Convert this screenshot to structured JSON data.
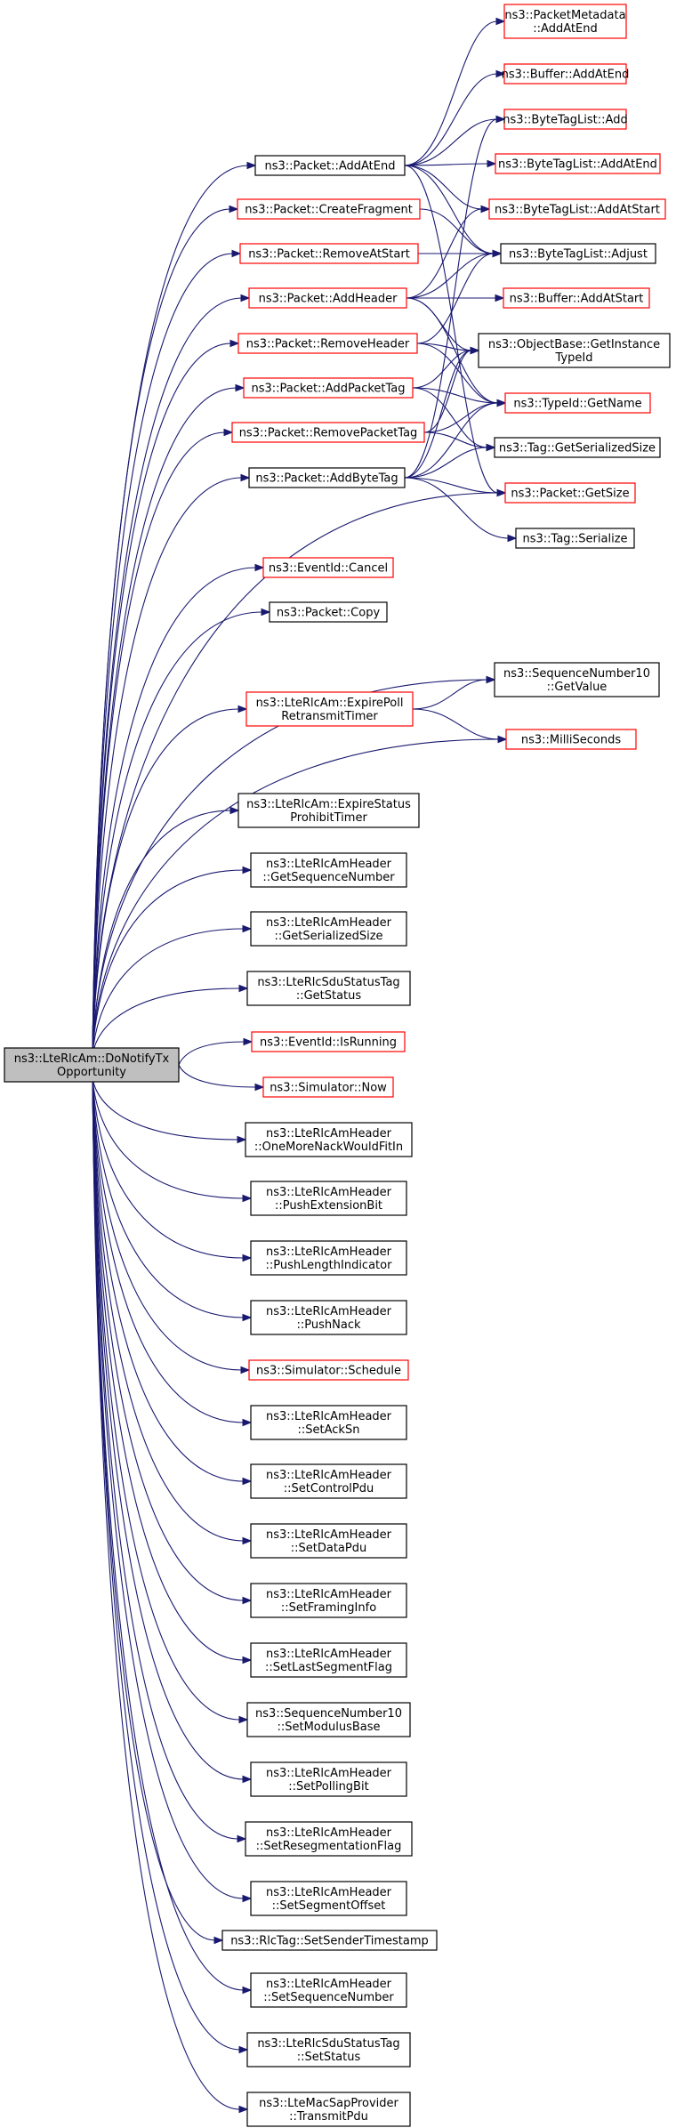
{
  "root": {
    "lines": [
      "ns3::LteRlcAm::DoNotifyTx",
      "Opportunity"
    ]
  },
  "nodes": [
    {
      "id": "pktAddAtEnd",
      "lines": [
        "ns3::Packet::AddAtEnd"
      ],
      "red": false
    },
    {
      "id": "pktCreateFragment",
      "lines": [
        "ns3::Packet::CreateFragment"
      ],
      "red": true
    },
    {
      "id": "pktRemoveAtStart",
      "lines": [
        "ns3::Packet::RemoveAtStart"
      ],
      "red": true
    },
    {
      "id": "pktAddHeader",
      "lines": [
        "ns3::Packet::AddHeader"
      ],
      "red": true
    },
    {
      "id": "pktRemoveHeader",
      "lines": [
        "ns3::Packet::RemoveHeader"
      ],
      "red": true
    },
    {
      "id": "pktAddPacketTag",
      "lines": [
        "ns3::Packet::AddPacketTag"
      ],
      "red": true
    },
    {
      "id": "pktRemovePacketTag",
      "lines": [
        "ns3::Packet::RemovePacketTag"
      ],
      "red": true
    },
    {
      "id": "pktAddByteTag",
      "lines": [
        "ns3::Packet::AddByteTag"
      ],
      "red": false
    },
    {
      "id": "eventCancel",
      "lines": [
        "ns3::EventId::Cancel"
      ],
      "red": true
    },
    {
      "id": "pktCopy",
      "lines": [
        "ns3::Packet::Copy"
      ],
      "red": false
    },
    {
      "id": "expirePoll",
      "lines": [
        "ns3::LteRlcAm::ExpirePoll",
        "RetransmitTimer"
      ],
      "red": true
    },
    {
      "id": "expireStatus",
      "lines": [
        "ns3::LteRlcAm::ExpireStatus",
        "ProhibitTimer"
      ],
      "red": false
    },
    {
      "id": "getSeqNum",
      "lines": [
        "ns3::LteRlcAmHeader",
        "::GetSequenceNumber"
      ],
      "red": false
    },
    {
      "id": "getSerSizeHdr",
      "lines": [
        "ns3::LteRlcAmHeader",
        "::GetSerializedSize"
      ],
      "red": false
    },
    {
      "id": "sduGetStatus",
      "lines": [
        "ns3::LteRlcSduStatusTag",
        "::GetStatus"
      ],
      "red": false
    },
    {
      "id": "isRunning",
      "lines": [
        "ns3::EventId::IsRunning"
      ],
      "red": true
    },
    {
      "id": "simNow",
      "lines": [
        "ns3::Simulator::Now"
      ],
      "red": true
    },
    {
      "id": "oneMoreNack",
      "lines": [
        "ns3::LteRlcAmHeader",
        "::OneMoreNackWouldFitIn"
      ],
      "red": false
    },
    {
      "id": "pushExtBit",
      "lines": [
        "ns3::LteRlcAmHeader",
        "::PushExtensionBit"
      ],
      "red": false
    },
    {
      "id": "pushLenInd",
      "lines": [
        "ns3::LteRlcAmHeader",
        "::PushLengthIndicator"
      ],
      "red": false
    },
    {
      "id": "pushNack",
      "lines": [
        "ns3::LteRlcAmHeader",
        "::PushNack"
      ],
      "red": false
    },
    {
      "id": "simSchedule",
      "lines": [
        "ns3::Simulator::Schedule"
      ],
      "red": true
    },
    {
      "id": "setAckSn",
      "lines": [
        "ns3::LteRlcAmHeader",
        "::SetAckSn"
      ],
      "red": false
    },
    {
      "id": "setControlPdu",
      "lines": [
        "ns3::LteRlcAmHeader",
        "::SetControlPdu"
      ],
      "red": false
    },
    {
      "id": "setDataPdu",
      "lines": [
        "ns3::LteRlcAmHeader",
        "::SetDataPdu"
      ],
      "red": false
    },
    {
      "id": "setFramingInfo",
      "lines": [
        "ns3::LteRlcAmHeader",
        "::SetFramingInfo"
      ],
      "red": false
    },
    {
      "id": "setLastSeg",
      "lines": [
        "ns3::LteRlcAmHeader",
        "::SetLastSegmentFlag"
      ],
      "red": false
    },
    {
      "id": "setModulus",
      "lines": [
        "ns3::SequenceNumber10",
        "::SetModulusBase"
      ],
      "red": false
    },
    {
      "id": "setPolling",
      "lines": [
        "ns3::LteRlcAmHeader",
        "::SetPollingBit"
      ],
      "red": false
    },
    {
      "id": "setReseg",
      "lines": [
        "ns3::LteRlcAmHeader",
        "::SetResegmentationFlag"
      ],
      "red": false
    },
    {
      "id": "setSegOffset",
      "lines": [
        "ns3::LteRlcAmHeader",
        "::SetSegmentOffset"
      ],
      "red": false
    },
    {
      "id": "rlcTagSet",
      "lines": [
        "ns3::RlcTag::SetSenderTimestamp"
      ],
      "red": false
    },
    {
      "id": "setSeqNum",
      "lines": [
        "ns3::LteRlcAmHeader",
        "::SetSequenceNumber"
      ],
      "red": false
    },
    {
      "id": "sduSetStatus",
      "lines": [
        "ns3::LteRlcSduStatusTag",
        "::SetStatus"
      ],
      "red": false
    },
    {
      "id": "transmitPdu",
      "lines": [
        "ns3::LteMacSapProvider",
        "::TransmitPdu"
      ],
      "red": false
    },
    {
      "id": "metaAddAtEnd",
      "lines": [
        "ns3::PacketMetadata",
        "::AddAtEnd"
      ],
      "red": true
    },
    {
      "id": "bufAddAtEnd",
      "lines": [
        "ns3::Buffer::AddAtEnd"
      ],
      "red": true
    },
    {
      "id": "btlAdd",
      "lines": [
        "ns3::ByteTagList::Add"
      ],
      "red": true
    },
    {
      "id": "btlAddAtEnd",
      "lines": [
        "ns3::ByteTagList::AddAtEnd"
      ],
      "red": true
    },
    {
      "id": "btlAddAtStart",
      "lines": [
        "ns3::ByteTagList::AddAtStart"
      ],
      "red": true
    },
    {
      "id": "btlAdjust",
      "lines": [
        "ns3::ByteTagList::Adjust"
      ],
      "red": false
    },
    {
      "id": "bufAddAtStart",
      "lines": [
        "ns3::Buffer::AddAtStart"
      ],
      "red": true
    },
    {
      "id": "objGetTypeId",
      "lines": [
        "ns3::ObjectBase::GetInstance",
        "TypeId"
      ],
      "red": false
    },
    {
      "id": "typeGetName",
      "lines": [
        "ns3::TypeId::GetName"
      ],
      "red": true
    },
    {
      "id": "tagGetSerSize",
      "lines": [
        "ns3::Tag::GetSerializedSize"
      ],
      "red": false
    },
    {
      "id": "pktGetSize",
      "lines": [
        "ns3::Packet::GetSize"
      ],
      "red": true
    },
    {
      "id": "tagSerialize",
      "lines": [
        "ns3::Tag::Serialize"
      ],
      "red": false
    },
    {
      "id": "sn10GetValue",
      "lines": [
        "ns3::SequenceNumber10",
        "::GetValue"
      ],
      "red": false
    },
    {
      "id": "milliSeconds",
      "lines": [
        "ns3::MilliSeconds"
      ],
      "red": true
    }
  ],
  "edges": [
    [
      "root",
      "pktAddAtEnd"
    ],
    [
      "root",
      "pktCreateFragment"
    ],
    [
      "root",
      "pktRemoveAtStart"
    ],
    [
      "root",
      "pktAddHeader"
    ],
    [
      "root",
      "pktRemoveHeader"
    ],
    [
      "root",
      "pktAddPacketTag"
    ],
    [
      "root",
      "pktRemovePacketTag"
    ],
    [
      "root",
      "pktAddByteTag"
    ],
    [
      "root",
      "pktGetSize"
    ],
    [
      "root",
      "eventCancel"
    ],
    [
      "root",
      "pktCopy"
    ],
    [
      "root",
      "sn10GetValue"
    ],
    [
      "root",
      "expirePoll"
    ],
    [
      "root",
      "milliSeconds"
    ],
    [
      "root",
      "expireStatus"
    ],
    [
      "root",
      "getSeqNum"
    ],
    [
      "root",
      "getSerSizeHdr"
    ],
    [
      "root",
      "sduGetStatus"
    ],
    [
      "root",
      "isRunning"
    ],
    [
      "root",
      "simNow"
    ],
    [
      "root",
      "oneMoreNack"
    ],
    [
      "root",
      "pushExtBit"
    ],
    [
      "root",
      "pushLenInd"
    ],
    [
      "root",
      "pushNack"
    ],
    [
      "root",
      "simSchedule"
    ],
    [
      "root",
      "setAckSn"
    ],
    [
      "root",
      "setControlPdu"
    ],
    [
      "root",
      "setDataPdu"
    ],
    [
      "root",
      "setFramingInfo"
    ],
    [
      "root",
      "setLastSeg"
    ],
    [
      "root",
      "setModulus"
    ],
    [
      "root",
      "setPolling"
    ],
    [
      "root",
      "setReseg"
    ],
    [
      "root",
      "setSegOffset"
    ],
    [
      "root",
      "rlcTagSet"
    ],
    [
      "root",
      "setSeqNum"
    ],
    [
      "root",
      "sduSetStatus"
    ],
    [
      "root",
      "transmitPdu"
    ],
    [
      "pktAddAtEnd",
      "metaAddAtEnd"
    ],
    [
      "pktAddAtEnd",
      "bufAddAtEnd"
    ],
    [
      "pktAddAtEnd",
      "btlAdd"
    ],
    [
      "pktAddAtEnd",
      "btlAddAtEnd"
    ],
    [
      "pktAddAtEnd",
      "btlAddAtStart"
    ],
    [
      "pktAddAtEnd",
      "btlAdjust"
    ],
    [
      "pktAddAtEnd",
      "pktGetSize"
    ],
    [
      "pktCreateFragment",
      "btlAdjust"
    ],
    [
      "pktRemoveAtStart",
      "btlAdjust"
    ],
    [
      "pktAddHeader",
      "btlAddAtStart"
    ],
    [
      "pktAddHeader",
      "btlAdjust"
    ],
    [
      "pktAddHeader",
      "bufAddAtStart"
    ],
    [
      "pktAddHeader",
      "objGetTypeId"
    ],
    [
      "pktAddHeader",
      "typeGetName"
    ],
    [
      "pktRemoveHeader",
      "btlAdjust"
    ],
    [
      "pktRemoveHeader",
      "objGetTypeId"
    ],
    [
      "pktRemoveHeader",
      "typeGetName"
    ],
    [
      "pktAddPacketTag",
      "objGetTypeId"
    ],
    [
      "pktAddPacketTag",
      "typeGetName"
    ],
    [
      "pktAddPacketTag",
      "tagGetSerSize"
    ],
    [
      "pktRemovePacketTag",
      "objGetTypeId"
    ],
    [
      "pktRemovePacketTag",
      "typeGetName"
    ],
    [
      "pktRemovePacketTag",
      "tagGetSerSize"
    ],
    [
      "pktAddByteTag",
      "btlAdd"
    ],
    [
      "pktAddByteTag",
      "objGetTypeId"
    ],
    [
      "pktAddByteTag",
      "typeGetName"
    ],
    [
      "pktAddByteTag",
      "tagGetSerSize"
    ],
    [
      "pktAddByteTag",
      "pktGetSize"
    ],
    [
      "pktAddByteTag",
      "tagSerialize"
    ],
    [
      "expirePoll",
      "sn10GetValue"
    ],
    [
      "expirePoll",
      "milliSeconds"
    ]
  ]
}
